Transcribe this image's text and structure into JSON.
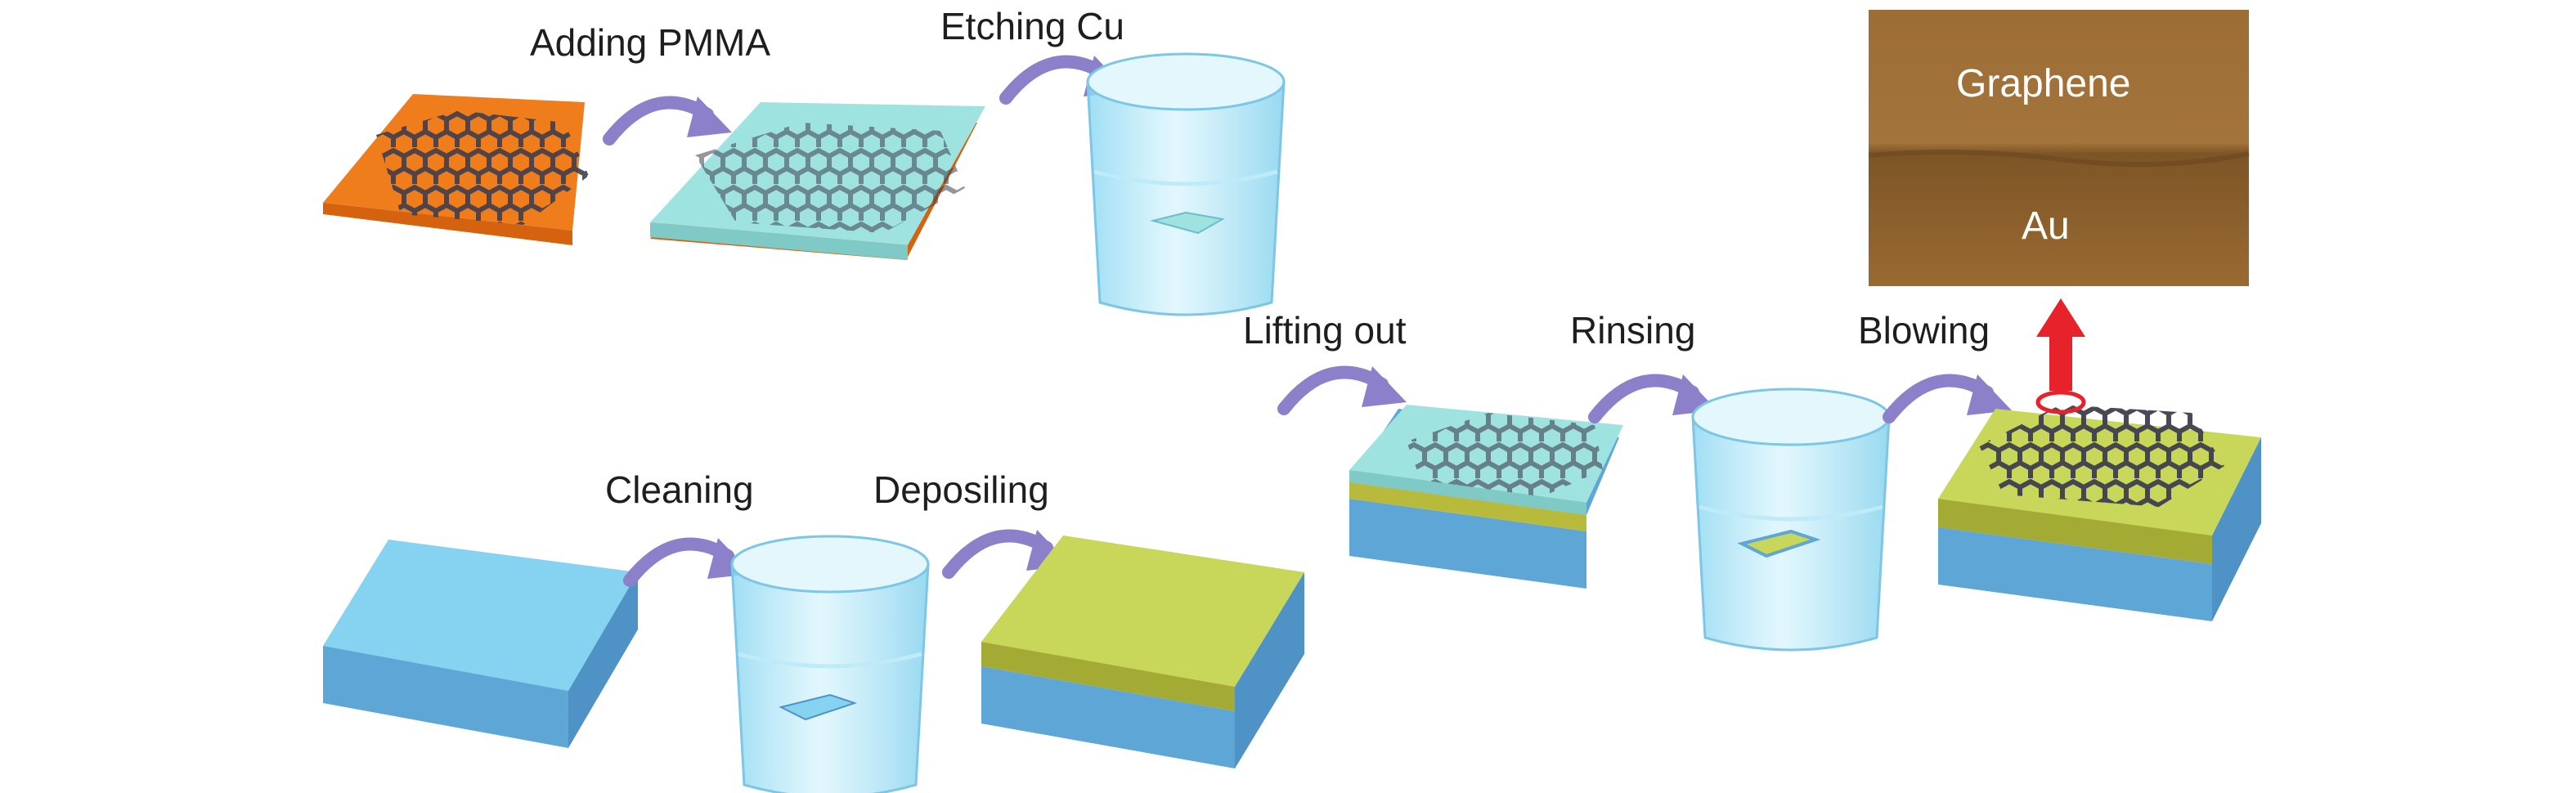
{
  "steps": {
    "adding_pmma": "Adding PMMA",
    "etching_cu": "Etching Cu",
    "cleaning": "Cleaning",
    "deposiling": "Deposiling",
    "lifting_out": "Lifting out",
    "rinsing": "Rinsing",
    "blowing": "Blowing"
  },
  "inset": {
    "top_label": "Graphene",
    "bottom_label": "Au"
  },
  "colors": {
    "copper": "#f07d1c",
    "pmma": "#9fe3e0",
    "substrate_top": "#86d3f1",
    "substrate_side": "#5ea6d6",
    "gold_top": "#c8d75a",
    "gold_side": "#a4ab35",
    "graphene": "#4a4a5a",
    "arrow": "#8b80c9",
    "red_arrow": "#e8222a",
    "beaker": "#a9e3f6",
    "inset_bg": "#9a6a32"
  },
  "icons": [
    "curved-arrow-icon",
    "beaker-icon",
    "honeycomb-lattice-icon",
    "up-arrow-icon"
  ]
}
